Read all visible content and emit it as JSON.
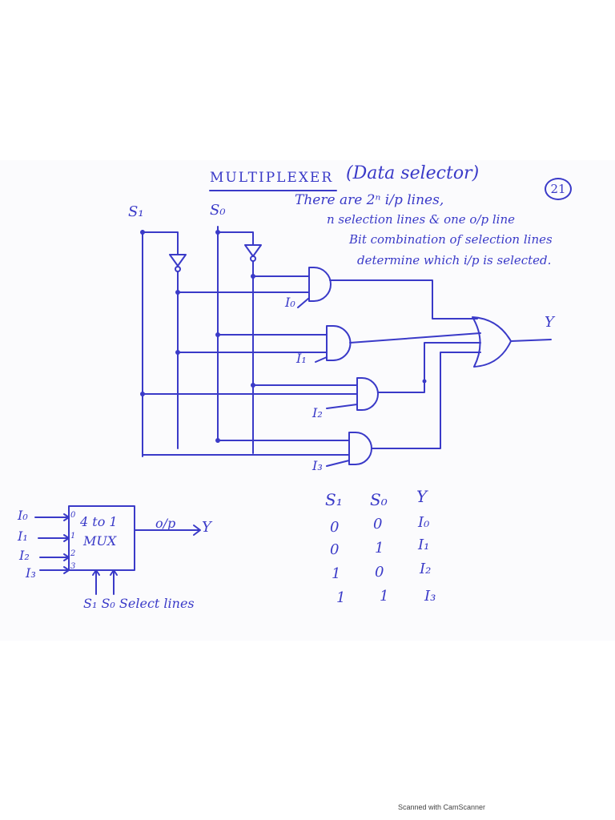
{
  "title": "MULTIPLEXER",
  "subtitle": "(Data selector)",
  "page_number": "21",
  "notes": [
    "There are 2ⁿ i/p lines,",
    "n selection lines & one o/p line",
    "Bit combination of selection lines",
    "determine which i/p is selected."
  ],
  "circuit": {
    "select_labels": [
      "S₁",
      "S₀"
    ],
    "input_labels": [
      "I₀",
      "I₁",
      "I₂",
      "I₃"
    ],
    "output_label": "Y"
  },
  "block": {
    "name": "4 to 1",
    "name2": "MUX",
    "inputs": [
      "I₀",
      "I₁",
      "I₂",
      "I₃"
    ],
    "pins": [
      "0",
      "1",
      "2",
      "3"
    ],
    "output_label": "o/p",
    "output_name": "Y",
    "select_label": "S₁ S₀ Select lines"
  },
  "truth_table": {
    "headers": [
      "S₁",
      "S₀",
      "Y"
    ],
    "rows": [
      [
        "0",
        "0",
        "I₀"
      ],
      [
        "0",
        "1",
        "I₁"
      ],
      [
        "1",
        "0",
        "I₂"
      ],
      [
        "1",
        "1",
        "I₃"
      ]
    ]
  },
  "footer": "Scanned with CamScanner",
  "colors": {
    "ink": "#3a3ac8",
    "paper": "#fbfbfd"
  }
}
